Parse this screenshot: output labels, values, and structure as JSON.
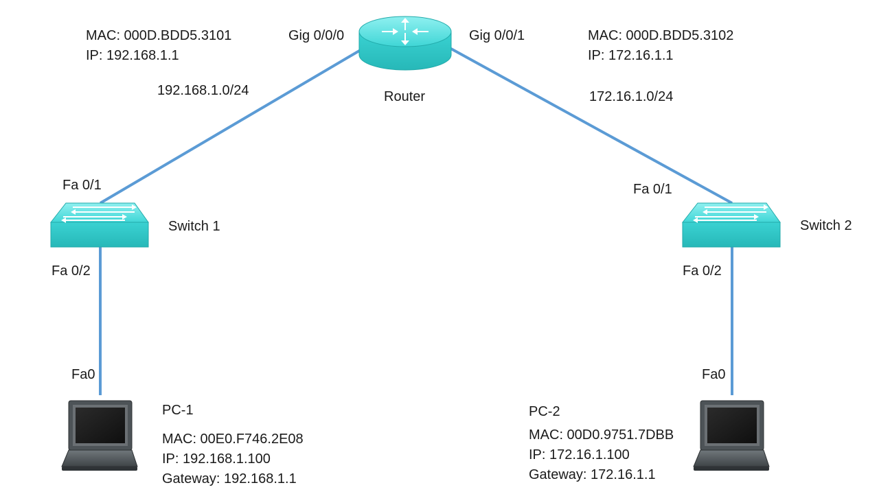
{
  "colors": {
    "link": "#5b9bd5",
    "device_teal": "#40d8d8",
    "device_teal_dark": "#1fb3b3",
    "laptop_body": "#4d5357",
    "screen": "#1f1f1f"
  },
  "router": {
    "name": "Router",
    "icon": "router-icon",
    "port_left": "Gig 0/0/0",
    "port_right": "Gig 0/0/1",
    "left_mac": "MAC: 000D.BDD5.3101",
    "left_ip": "IP: 192.168.1.1",
    "right_mac": "MAC: 000D.BDD5.3102",
    "right_ip": "IP: 172.16.1.1"
  },
  "networks": {
    "left": "192.168.1.0/24",
    "right": "172.16.1.0/24"
  },
  "switch1": {
    "name": "Switch 1",
    "icon": "switch-icon",
    "uplink_port": "Fa 0/1",
    "downlink_port": "Fa 0/2"
  },
  "switch2": {
    "name": "Switch 2",
    "icon": "switch-icon",
    "uplink_port": "Fa 0/1",
    "downlink_port": "Fa 0/2"
  },
  "pc1": {
    "name": "PC-1",
    "icon": "laptop-icon",
    "port": "Fa0",
    "mac": "MAC: 00E0.F746.2E08",
    "ip": "IP: 192.168.1.100",
    "gateway": "Gateway: 192.168.1.1"
  },
  "pc2": {
    "name": "PC-2",
    "icon": "laptop-icon",
    "port": "Fa0",
    "mac": "MAC: 00D0.9751.7DBB",
    "ip": "IP: 172.16.1.100",
    "gateway": "Gateway: 172.16.1.1"
  }
}
